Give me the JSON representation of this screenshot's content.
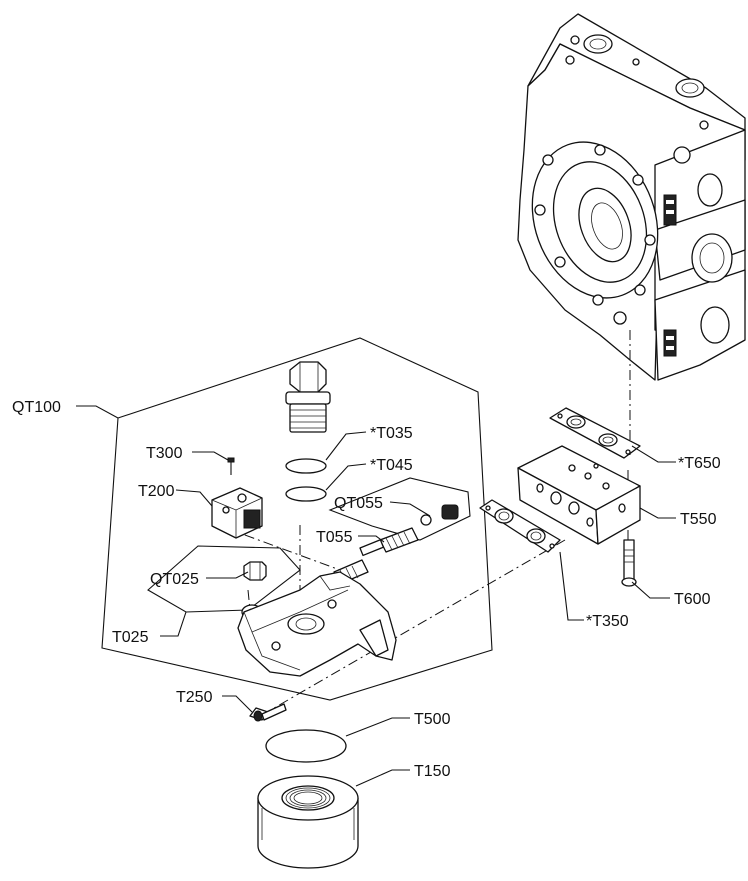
{
  "diagram": {
    "labels": {
      "qt100": "QT100",
      "t300": "T300",
      "t200": "T200",
      "qt025": "QT025",
      "t025": "T025",
      "t035": "*T035",
      "t045": "*T045",
      "qt055": "QT055",
      "t055": "T055",
      "t650": "*T650",
      "t550": "T550",
      "t600": "T600",
      "t350": "*T350",
      "t250": "T250",
      "t500": "T500",
      "t150": "T150"
    }
  }
}
